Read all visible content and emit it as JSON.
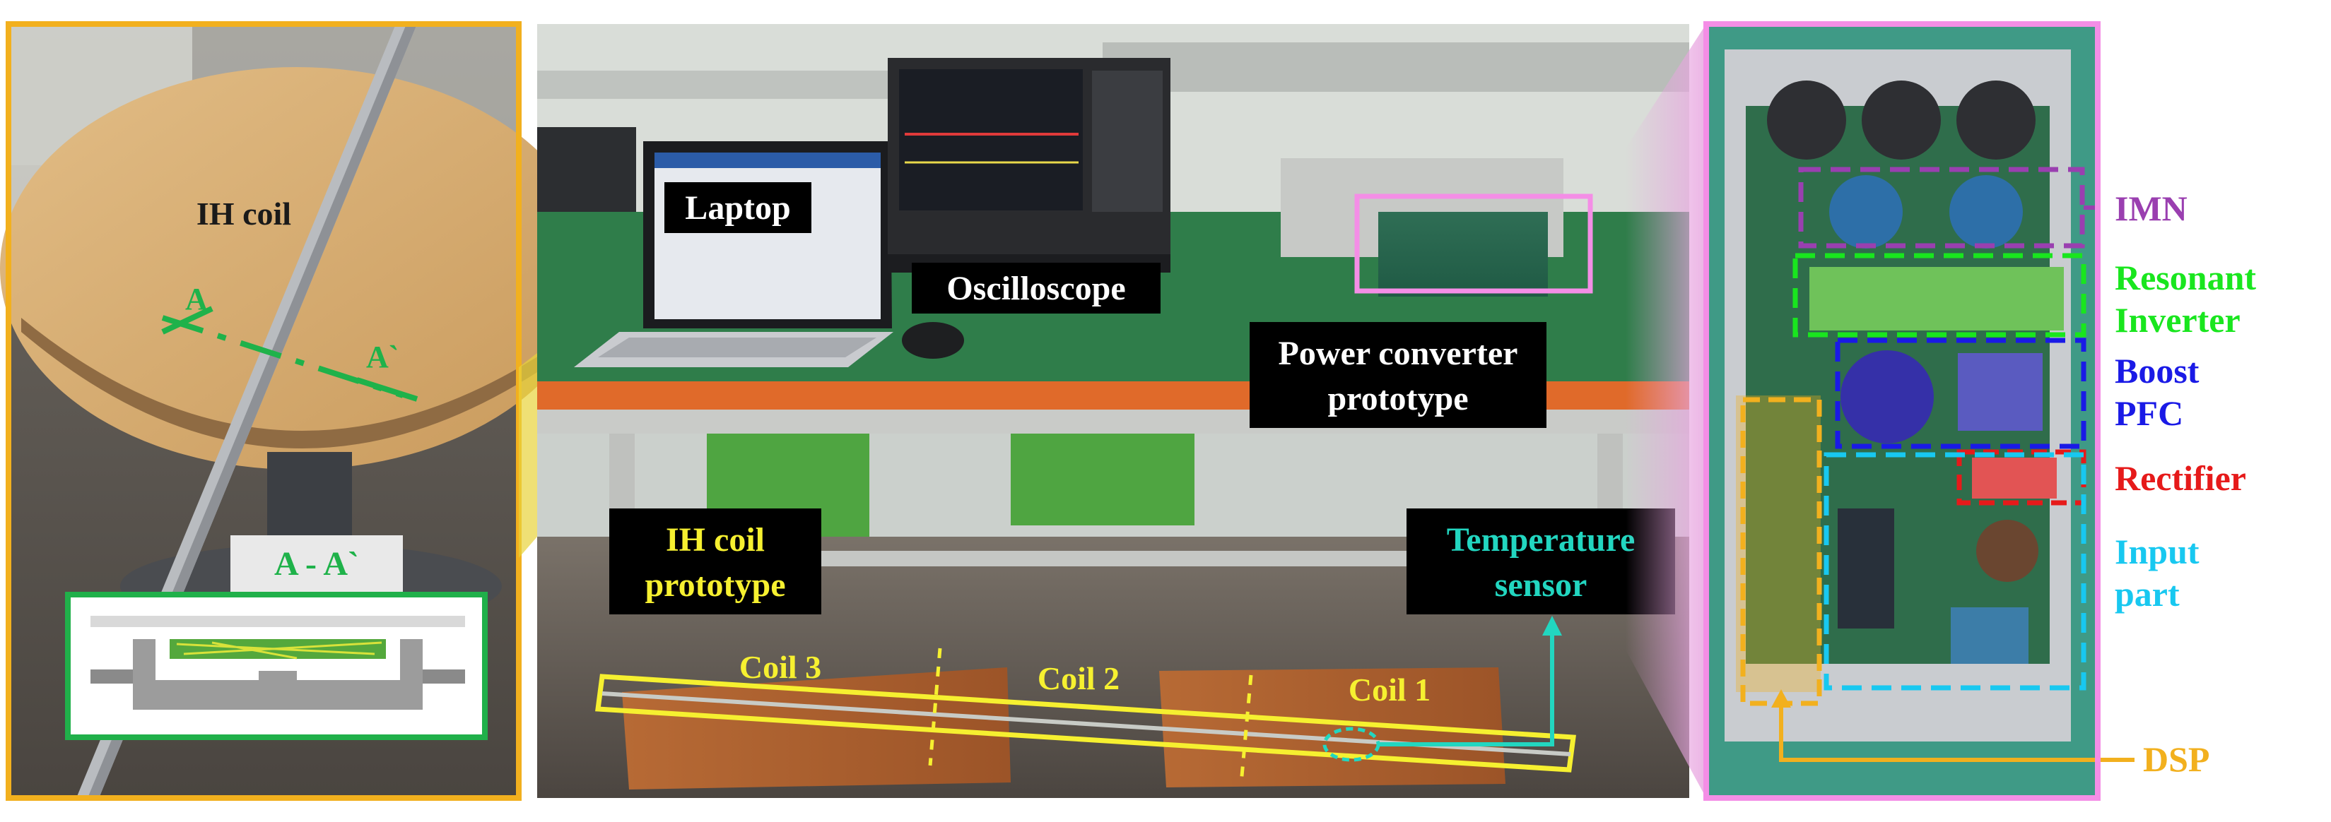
{
  "colors": {
    "left_frame": "#f2b01e",
    "right_frame": "#f48ee6",
    "imn": "#9a3fb0",
    "resonant": "#19e61e",
    "boost": "#1a1ae6",
    "rectifier": "#e61a1a",
    "input": "#18c8f0",
    "dsp": "#f2b01e",
    "teal": "#22d6c0",
    "yellow": "#f6f030",
    "cross_section": "#20b04a"
  },
  "left_panel": {
    "ih_coil_label": "IH coil",
    "section_start": "A",
    "section_end": "A`",
    "section_caption": "A - A`"
  },
  "middle_panel": {
    "laptop_label": "Laptop",
    "oscilloscope_label": "Oscilloscope",
    "power_converter_label": [
      "Power converter",
      "prototype"
    ],
    "ih_coil_prototype_label": [
      "IH coil",
      "prototype"
    ],
    "temperature_sensor_label": [
      "Temperature",
      "sensor"
    ],
    "coil_labels": [
      "Coil 3",
      "Coil 2",
      "Coil 1"
    ]
  },
  "right_panel": {
    "imn_label": "IMN",
    "resonant_label": [
      "Resonant",
      "Inverter"
    ],
    "boost_label": [
      "Boost",
      "PFC"
    ],
    "rectifier_label": "Rectifier",
    "input_label": [
      "Input",
      "part"
    ],
    "dsp_label": "DSP"
  }
}
